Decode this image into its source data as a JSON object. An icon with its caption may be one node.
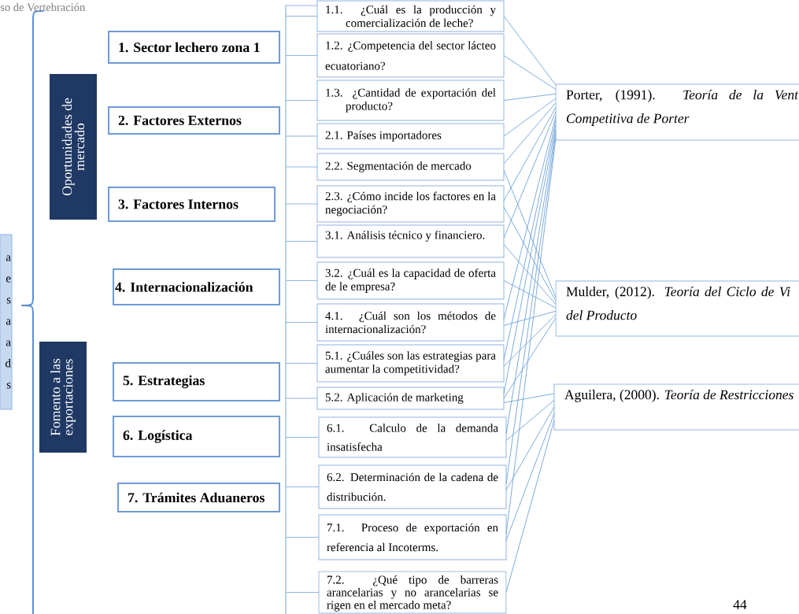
{
  "diagram": {
    "nodes": [
      {
        "text": [
          "a e s a a d s"
        ]
      },
      {
        "text": [
          "Oportunidades de mercado"
        ]
      },
      {
        "text": [
          "Fomento a las exportaciones"
        ]
      },
      {
        "text": [
          "1. Sector lechero zona 1"
        ]
      },
      {
        "text": [
          "2. Factores Externos"
        ]
      },
      {
        "text": [
          "3. Factores Internos"
        ]
      },
      {
        "text": [
          "4. Internacionalización"
        ]
      },
      {
        "text": [
          "5. Estrategias"
        ]
      },
      {
        "text": [
          "6. Logística"
        ]
      },
      {
        "text": [
          "7. Trámites Aduaneros"
        ]
      },
      {
        "text": [
          "1.1. ¿Cuál es la producción y comercialización de leche?"
        ]
      },
      {
        "text": [
          "1.2. ¿Competencia del sector lácteo ecuatoriano?"
        ]
      },
      {
        "text": [
          "1.3. ¿Cantidad de exportación del producto?"
        ]
      },
      {
        "text": [
          "2.1. Países importadores"
        ]
      },
      {
        "text": [
          "2.2. Segmentación de mercado"
        ]
      },
      {
        "text": [
          "2.3. ¿Cómo incide los factores en la negociación?"
        ]
      },
      {
        "text": [
          "3.1. Análisis técnico y financiero."
        ]
      },
      {
        "text": [
          "3.2. ¿Cuál es la capacidad de oferta de le empresa?"
        ]
      },
      {
        "text": [
          "4.1. ¿Cuál son los métodos de internacionalización?"
        ]
      },
      {
        "text": [
          "5.1. ¿Cuáles son las estrategias para aumentar la competitividad?"
        ]
      },
      {
        "text": [
          "5.2. Aplicación de marketing"
        ]
      },
      {
        "text": [
          "6.1. Calculo de la demanda insatisfecha"
        ]
      },
      {
        "text": [
          "6.2. Determinación de la cadena de distribución."
        ]
      },
      {
        "text": [
          "7.1. Proceso de exportación en referencia al Incoterms."
        ]
      },
      {
        "text": [
          "7.2. ¿Qué tipo de barreras arancelarias y no arancelarias se rigen en el mercado meta?"
        ]
      },
      {
        "text": [
          "Porter, (1991). *Teoría de la Vent Competitiva de Porter*"
        ]
      },
      {
        "text": [
          "Mulder, (2012). *Teoría del Ciclo de Vi del Producto*"
        ]
      },
      {
        "text": [
          "Aguilera, (2000). *Teoría de Restricciones*"
        ]
      }
    ],
    "edges": [
      {
        "from": 10,
        "to": 25,
        "arrow": "none"
      },
      {
        "from": 11,
        "to": 25,
        "arrow": "none"
      },
      {
        "from": 12,
        "to": 25,
        "arrow": "none"
      },
      {
        "from": 13,
        "to": 25,
        "arrow": "none"
      },
      {
        "from": 14,
        "to": 25,
        "arrow": "none"
      },
      {
        "from": 15,
        "to": 25,
        "arrow": "none"
      },
      {
        "from": 16,
        "to": 25,
        "arrow": "none"
      },
      {
        "from": 18,
        "to": 25,
        "arrow": "none"
      },
      {
        "from": 19,
        "to": 25,
        "arrow": "none"
      },
      {
        "from": 20,
        "to": 25,
        "arrow": "none"
      },
      {
        "from": 21,
        "to": 25,
        "arrow": "none"
      },
      {
        "from": 22,
        "to": 25,
        "arrow": "none"
      },
      {
        "from": 23,
        "to": 25,
        "arrow": "none"
      },
      {
        "from": 14,
        "to": 26,
        "arrow": "none"
      },
      {
        "from": 15,
        "to": 26,
        "arrow": "none"
      },
      {
        "from": 16,
        "to": 26,
        "arrow": "none"
      },
      {
        "from": 17,
        "to": 26,
        "arrow": "none"
      },
      {
        "from": 18,
        "to": 26,
        "arrow": "none"
      },
      {
        "from": 19,
        "to": 26,
        "arrow": "none"
      },
      {
        "from": 20,
        "to": 26,
        "arrow": "none"
      },
      {
        "from": 20,
        "to": 27,
        "arrow": "none"
      },
      {
        "from": 21,
        "to": 27,
        "arrow": "none"
      },
      {
        "from": 22,
        "to": 27,
        "arrow": "none"
      },
      {
        "from": 23,
        "to": 27,
        "arrow": "none"
      },
      {
        "from": 24,
        "to": 27,
        "arrow": "none"
      }
    ],
    "labels": [
      "so de Vertebración",
      "44"
    ]
  }
}
